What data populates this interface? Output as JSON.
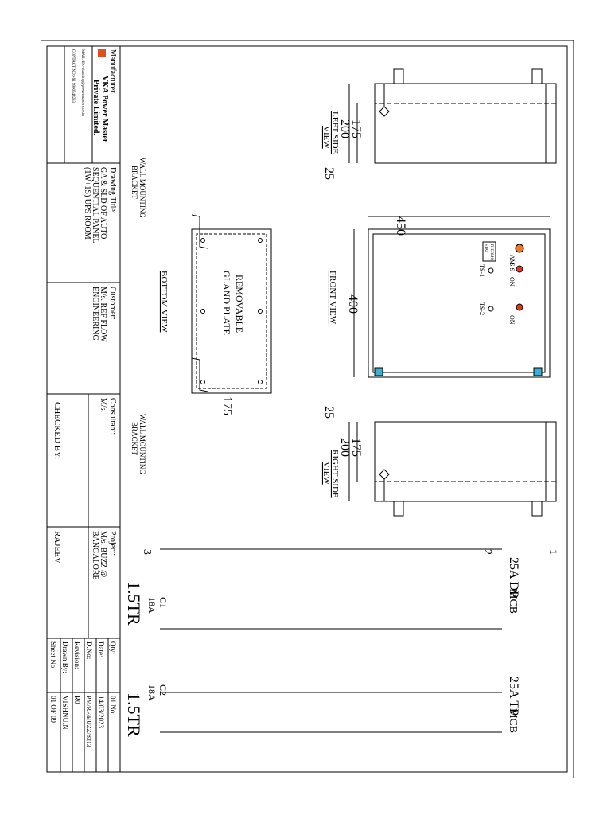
{
  "title_block": {
    "manufacturer_label": "Manufacturer.",
    "company_line1": "VKA Power Master",
    "company_line2": "Private Limited.",
    "mail": "MAIL-ID:-planning@powermasters.co.in",
    "contact": "CONTACT NO:+91 9900548233",
    "drawing_title_label": "Drawing Title:",
    "drawing_title_1": "GA & SLD OF AUTO",
    "drawing_title_2": "SEQUENTIAL PANEL",
    "drawing_title_3": "(1W+1S) UPS ROOM",
    "customer_label": "Customer:",
    "customer_1": "M/s. REF FLOW",
    "customer_2": "ENGINEERING",
    "consultant_label": "Consultant:",
    "consultant": "M/s.",
    "checked_by_label": "CHECKED BY:",
    "checked_by": "RAJEEV",
    "project_label": "Project:",
    "project_1": "M/s. BUZZ @",
    "project_2": "BANGALORE",
    "qty_label": "Qty:",
    "qty": "01 No",
    "date_label": "Date:",
    "date": "14/03/2023",
    "dno_label": "D.No:",
    "dno": "PM/RF/BUZZ/8313",
    "revision_label": "Revision:",
    "revision": "R0",
    "drawn_label": "Drawn By:",
    "drawn": "VISHNU.N",
    "sheet_label": "Sheet No:",
    "sheet": "01 OF 09"
  },
  "views": {
    "left_side": {
      "label": "LEFT SIDE",
      "label2": "VIEW",
      "dim_175": "175",
      "dim_200": "200",
      "dim_25": "25"
    },
    "front": {
      "label": "FRONT VIEW",
      "dim_450": "450",
      "dim_400": "400"
    },
    "right_side": {
      "label": "RIGHT SIDE",
      "label2": "VIEW",
      "dim_175": "175",
      "dim_200": "200",
      "dim_25": "25"
    },
    "bottom": {
      "label": "BOTTOM VIEW",
      "plate_1": "REMOVABLE",
      "plate_2": "GLAND PLATE",
      "dim_175": "175"
    },
    "wall_bracket_1": "WALL MOUNTING",
    "wall_bracket_2": "BRACKET"
  },
  "front_panel": {
    "thermostat_1": "THERMO",
    "thermostat_2": "STAT",
    "am_label": "AM",
    "ss_label": "S.S",
    "on_1": "ON",
    "on_2": "ON",
    "ts1": "TS-1",
    "ts2": "TS-2"
  },
  "sld": {
    "mcb_dp": "25A DP",
    "mcb_dp_2": "MCB",
    "mcb_tp": "25A TP",
    "mcb_tp_2": "MCB",
    "c1": "C1",
    "c1_rating": "18A",
    "c2": "C2",
    "c2_rating": "18A",
    "load_1": "1.5TR",
    "load_2": "1.5TR",
    "n1": "1",
    "n2": "2",
    "n3": "3"
  },
  "colors": {
    "line": "#000000",
    "lamp_red": "#e8321e",
    "lamp_orange": "#f07820",
    "fan_blue": "#3ab0d8"
  }
}
